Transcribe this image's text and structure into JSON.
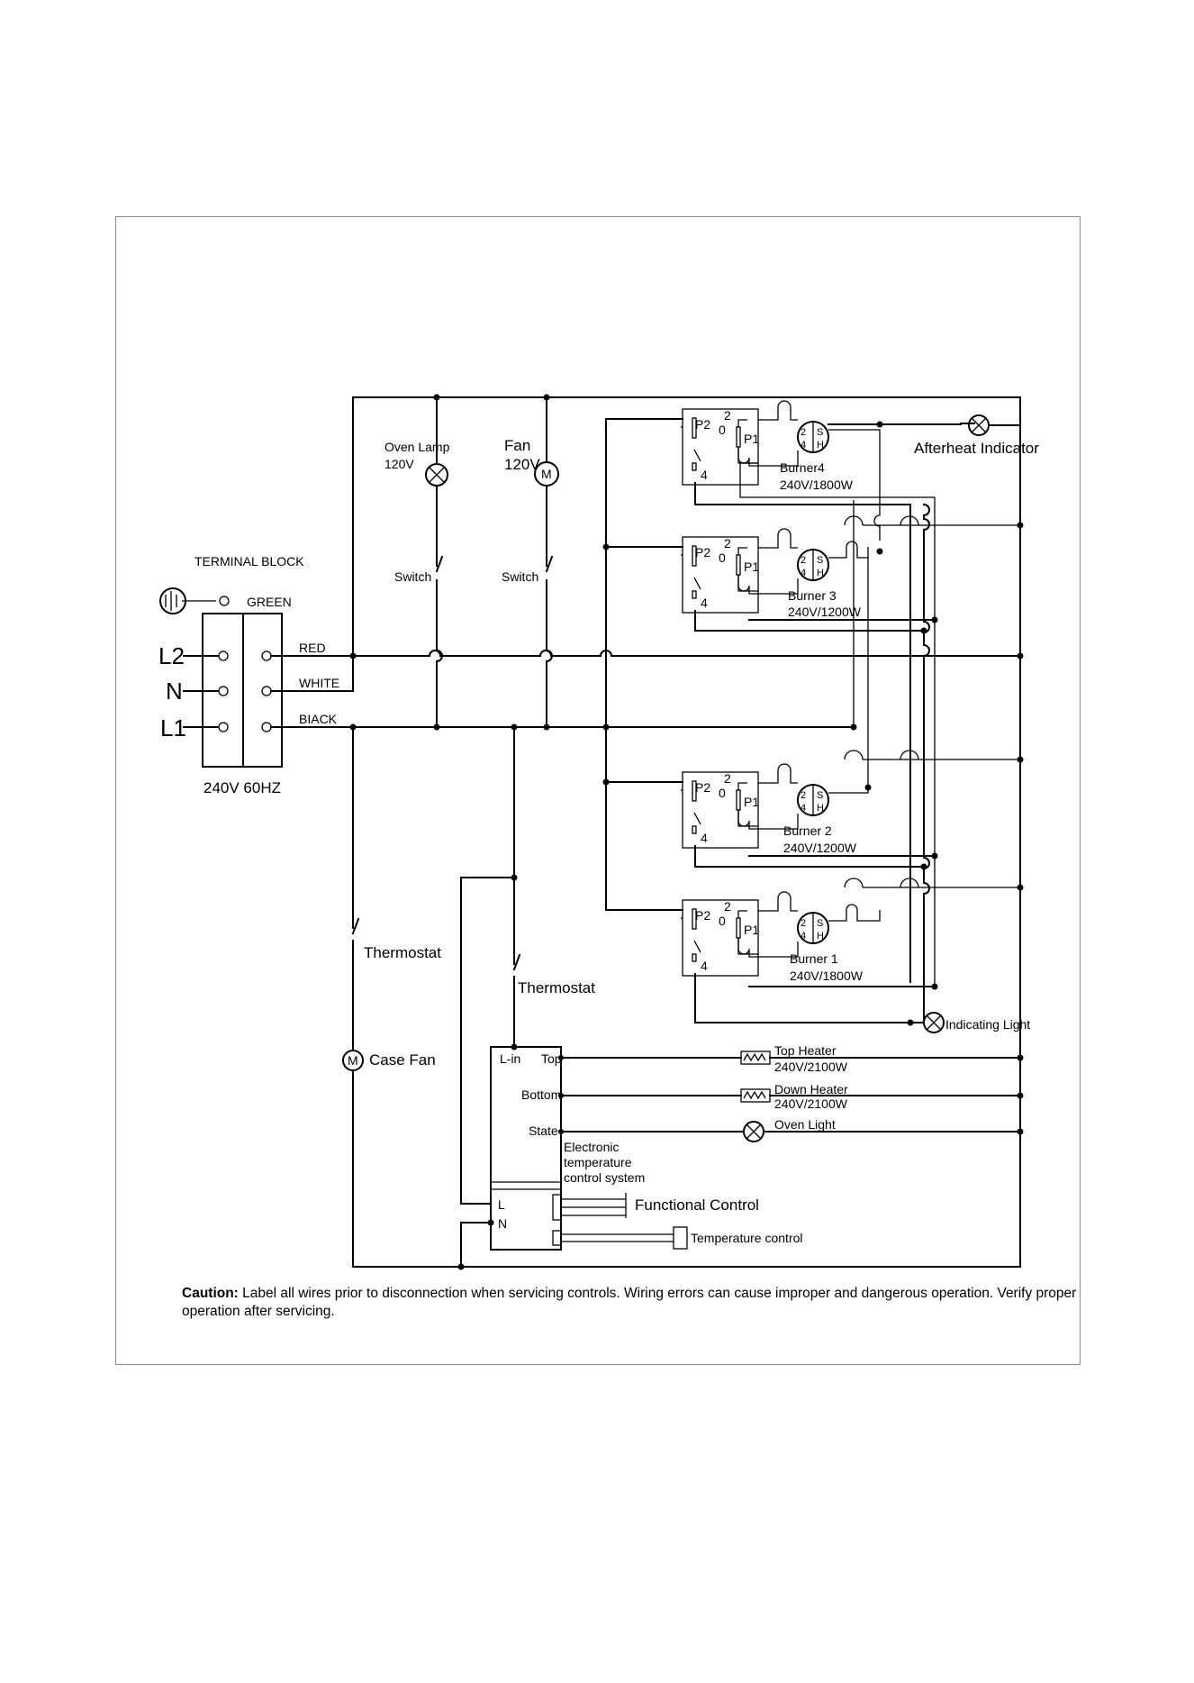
{
  "terminal_block": {
    "title": "TERMINAL BLOCK",
    "ground_label": "GREEN",
    "lines": [
      "L2",
      "N",
      "L1"
    ],
    "wires": [
      "RED",
      "WHITE",
      "BIACK"
    ],
    "rating": "240V 60HZ"
  },
  "loads": {
    "oven_lamp": "Oven Lamp",
    "oven_lamp_voltage": "120V",
    "fan": "Fan",
    "fan_voltage": "120V",
    "switch": "Switch",
    "thermostat": "Thermostat",
    "case_fan": "Case Fan",
    "motor_symbol": "M"
  },
  "burners": [
    {
      "name": "Burner4",
      "rating": "240V/1800W"
    },
    {
      "name": "Burner 3",
      "rating": "240V/1200W"
    },
    {
      "name": "Burner 2",
      "rating": "240V/1200W"
    },
    {
      "name": "Burner 1",
      "rating": "240V/1800W"
    }
  ],
  "switch_terminals": {
    "p2": "P2",
    "p1": "P1",
    "t2": "2",
    "t0": "0",
    "t4": "4",
    "s": "S",
    "h": "H"
  },
  "indicators": {
    "afterheat": "Afterheat Indicator",
    "indicating_light": "Indicating Light"
  },
  "control": {
    "l_in": "L-in",
    "top": "Top",
    "bottom": "Bottom",
    "state": "State",
    "system_line1": "Electronic",
    "system_line2": "temperature",
    "system_line3": "control system",
    "l": "L",
    "n": "N",
    "functional": "Functional Control",
    "temperature": "Temperature control"
  },
  "heaters": {
    "top_name": "Top Heater",
    "top_rating": "240V/2100W",
    "down_name": "Down Heater",
    "down_rating": "240V/2100W",
    "oven_light": "Oven Light"
  },
  "caution": {
    "label": "Caution:",
    "text": "Label all wires prior to disconnection when servicing controls. Wiring errors can cause improper and dangerous operation. Verify proper operation after servicing."
  }
}
